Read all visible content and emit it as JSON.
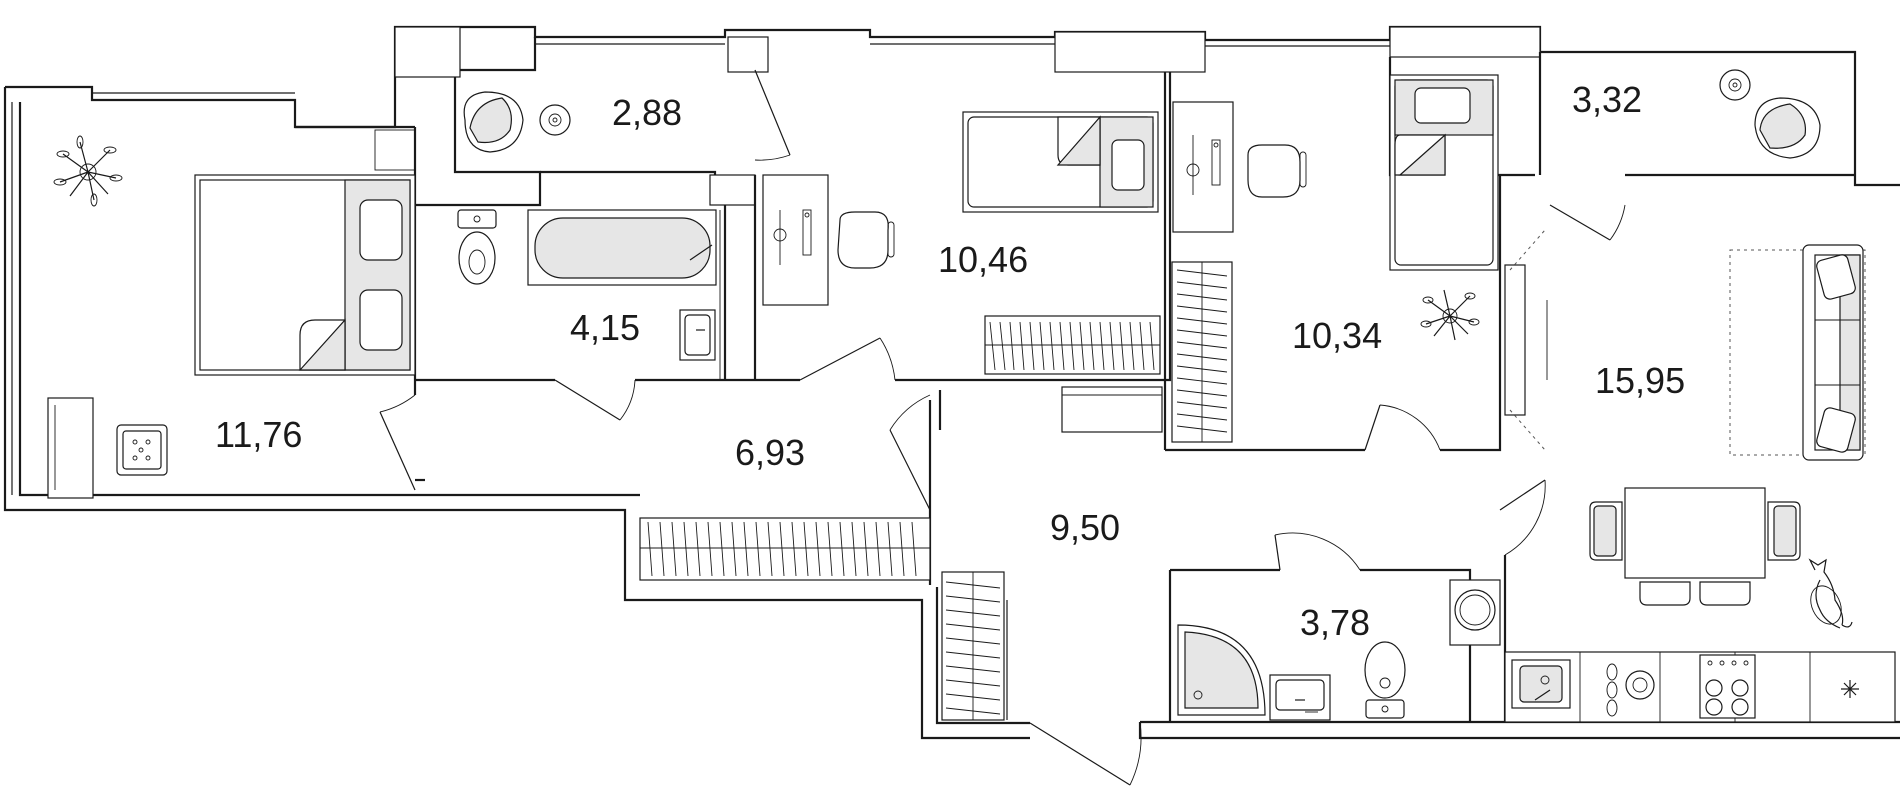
{
  "rooms": [
    {
      "id": "bedroom-left",
      "area": "11,76"
    },
    {
      "id": "balcony-left",
      "area": "2,88"
    },
    {
      "id": "bathroom",
      "area": "4,15"
    },
    {
      "id": "children-room-1",
      "area": "10,46"
    },
    {
      "id": "children-room-2",
      "area": "10,34"
    },
    {
      "id": "balcony-right",
      "area": "3,32"
    },
    {
      "id": "living-kitchen",
      "area": "15,95"
    },
    {
      "id": "hallway",
      "area": "6,93"
    },
    {
      "id": "corridor",
      "area": "9,50"
    },
    {
      "id": "toilet-shower",
      "area": "3,78"
    }
  ],
  "icons": [
    "plant-icon",
    "bed-icon",
    "desk-icon",
    "chair-icon",
    "toilet-icon",
    "bathtub-icon",
    "sink-icon",
    "shower-icon",
    "washing-machine-icon",
    "sofa-icon",
    "dining-table-icon",
    "stove-icon",
    "cat-icon",
    "wardrobe-icon",
    "door-icon"
  ],
  "colors": {
    "wall": "#1a1a1a",
    "furniture_fill": "#e6e6e6",
    "background": "#ffffff"
  }
}
